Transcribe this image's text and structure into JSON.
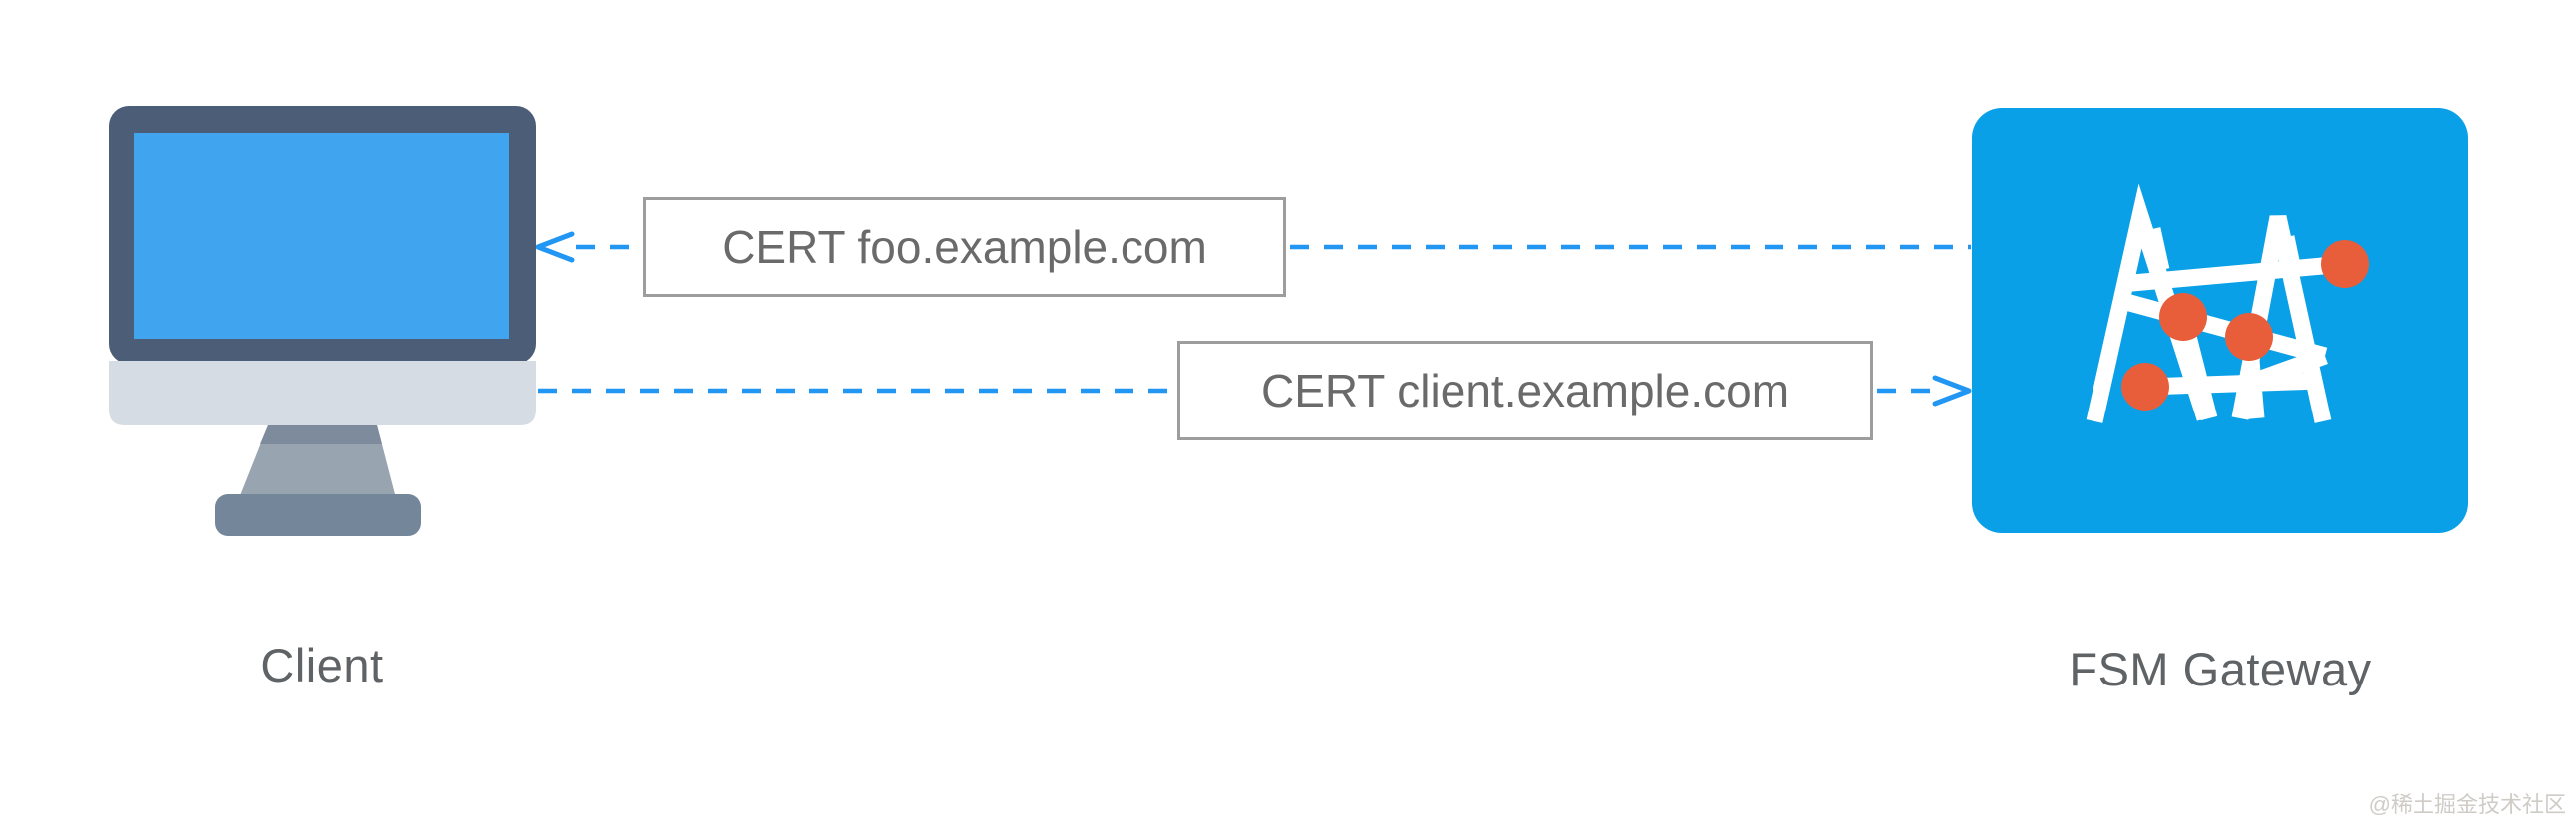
{
  "diagram": {
    "nodes": {
      "client": {
        "label": "Client",
        "icon": "desktop-monitor-icon"
      },
      "gateway": {
        "label": "FSM Gateway",
        "icon": "fsm-mesh-logo-icon"
      }
    },
    "messages": [
      {
        "label": "CERT foo.example.com",
        "from": "gateway",
        "to": "client",
        "direction": "left",
        "style": "dashed-arrow"
      },
      {
        "label": "CERT client.example.com",
        "from": "client",
        "to": "gateway",
        "direction": "right",
        "style": "dashed-arrow"
      }
    ]
  },
  "watermark": "@稀土掘金技术社区",
  "colors": {
    "arrow_blue": "#2196f3",
    "gateway_blue": "#09a0e8",
    "logo_orange": "#e85e3b",
    "monitor_bezel": "#4b5d77",
    "monitor_screen": "#41a4ee",
    "monitor_chin": "#d6dce3",
    "monitor_stand": "#99a4b1",
    "monitor_base": "#74869a",
    "box_border": "#9d9d9d",
    "text_gray": "#6a6a6a"
  }
}
